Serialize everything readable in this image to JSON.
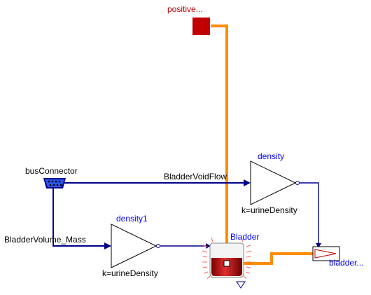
{
  "labels": {
    "positive_name": "positive...",
    "bus_connector": "busConnector",
    "bladder_void_flow": "BladderVoidFlow",
    "density_name": "density",
    "density_param": "k=urineDensity",
    "density1_name": "density1",
    "density1_param": "k=urineDensity",
    "bladder_volume_mass": "BladderVolume_Mass",
    "bladder_name": "Bladder",
    "bladder_out_name": "bladder..."
  },
  "colors": {
    "signal_line": "#00008b",
    "flow_line": "#ff8c00",
    "component_name": "#0000ff",
    "positive_name": "#c00000",
    "positive_block": "#c00000",
    "plain_text": "#000000"
  }
}
